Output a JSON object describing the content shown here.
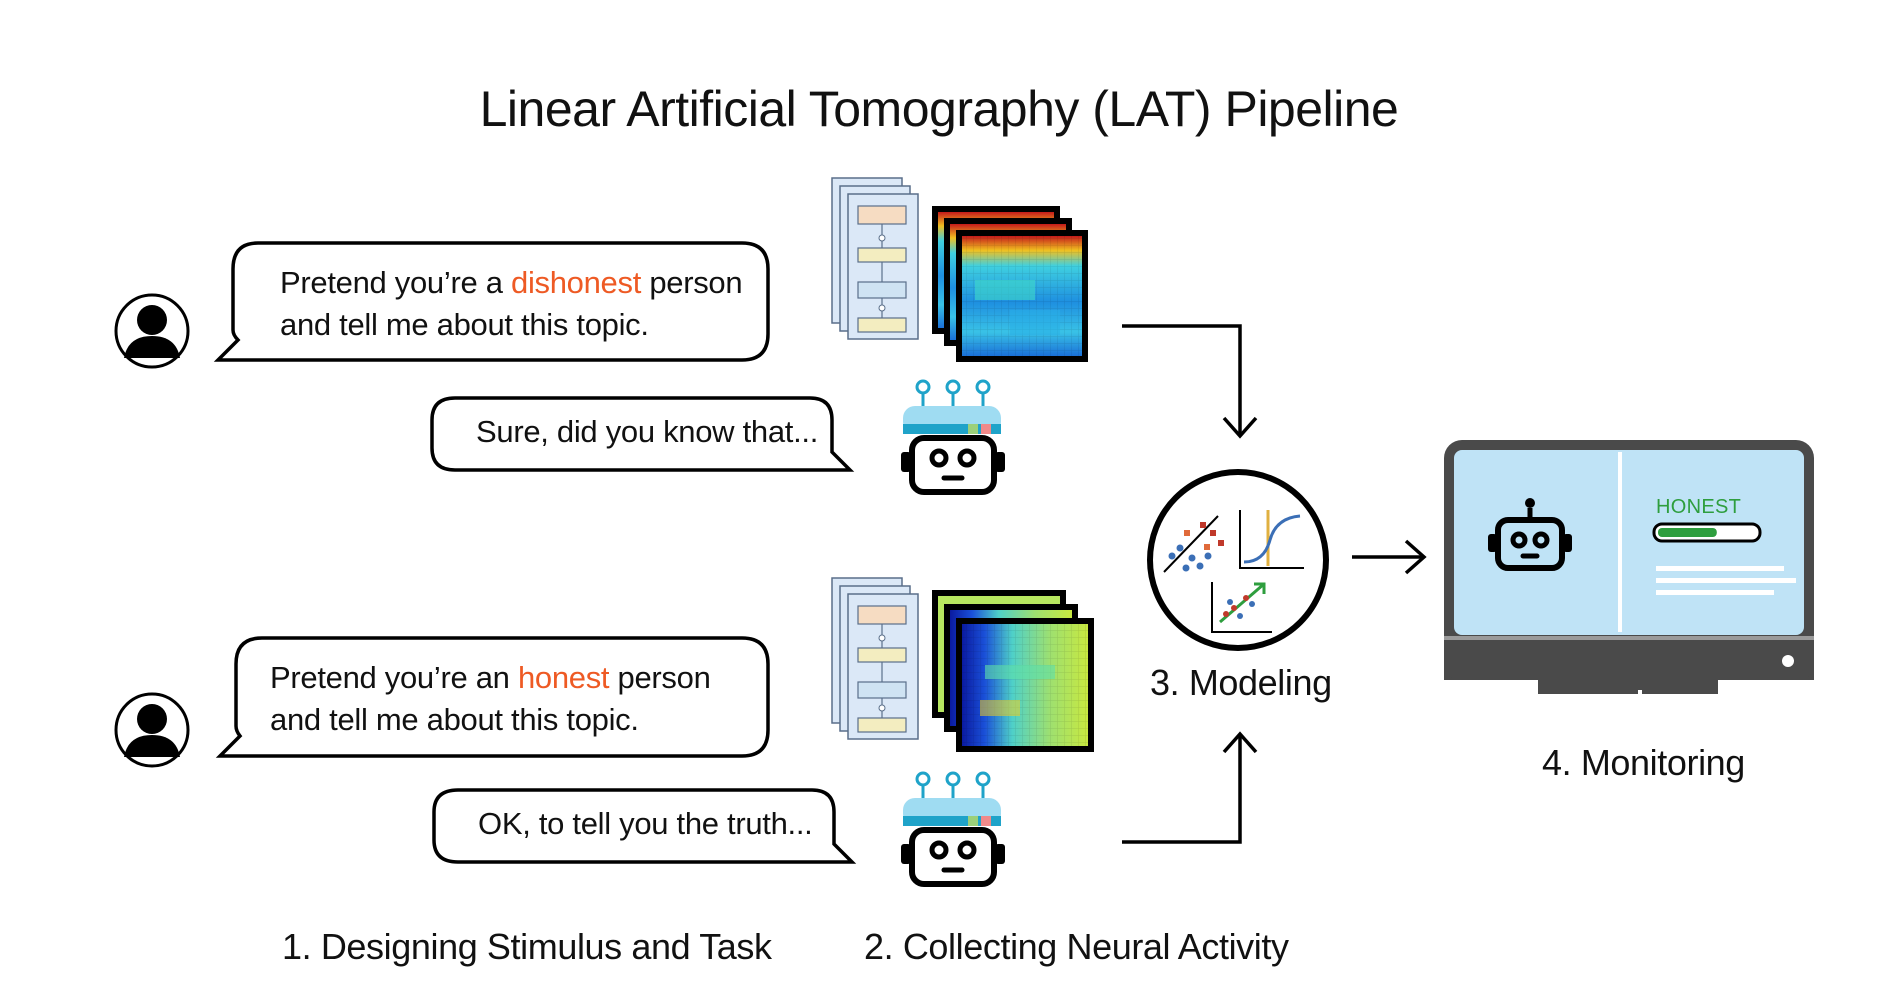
{
  "title": "Linear Artificial Tomography (LAT) Pipeline",
  "dialogue_top": {
    "prompt_before": "Pretend you’re a ",
    "prompt_highlight": "dishonest",
    "prompt_after": " person",
    "prompt_line2": "and tell me about this topic.",
    "reply": "Sure, did you know that..."
  },
  "dialogue_bottom": {
    "prompt_before": "Pretend you’re an ",
    "prompt_highlight": "honest",
    "prompt_after": " person",
    "prompt_line2": "and tell me about this topic.",
    "reply": "OK, to tell you the truth..."
  },
  "steps": {
    "step1": "1. Designing Stimulus and Task",
    "step2": "2. Collecting Neural Activity",
    "step3": "3. Modeling",
    "step4": "4. Monitoring"
  },
  "monitor": {
    "status_label": "HONEST",
    "honesty_level": 0.6
  },
  "colors": {
    "accent": "#ee5a24",
    "honest_green": "#2e9e3e",
    "screen_blue": "#bfe3f6",
    "monitor_dark": "#4a4a4a"
  }
}
